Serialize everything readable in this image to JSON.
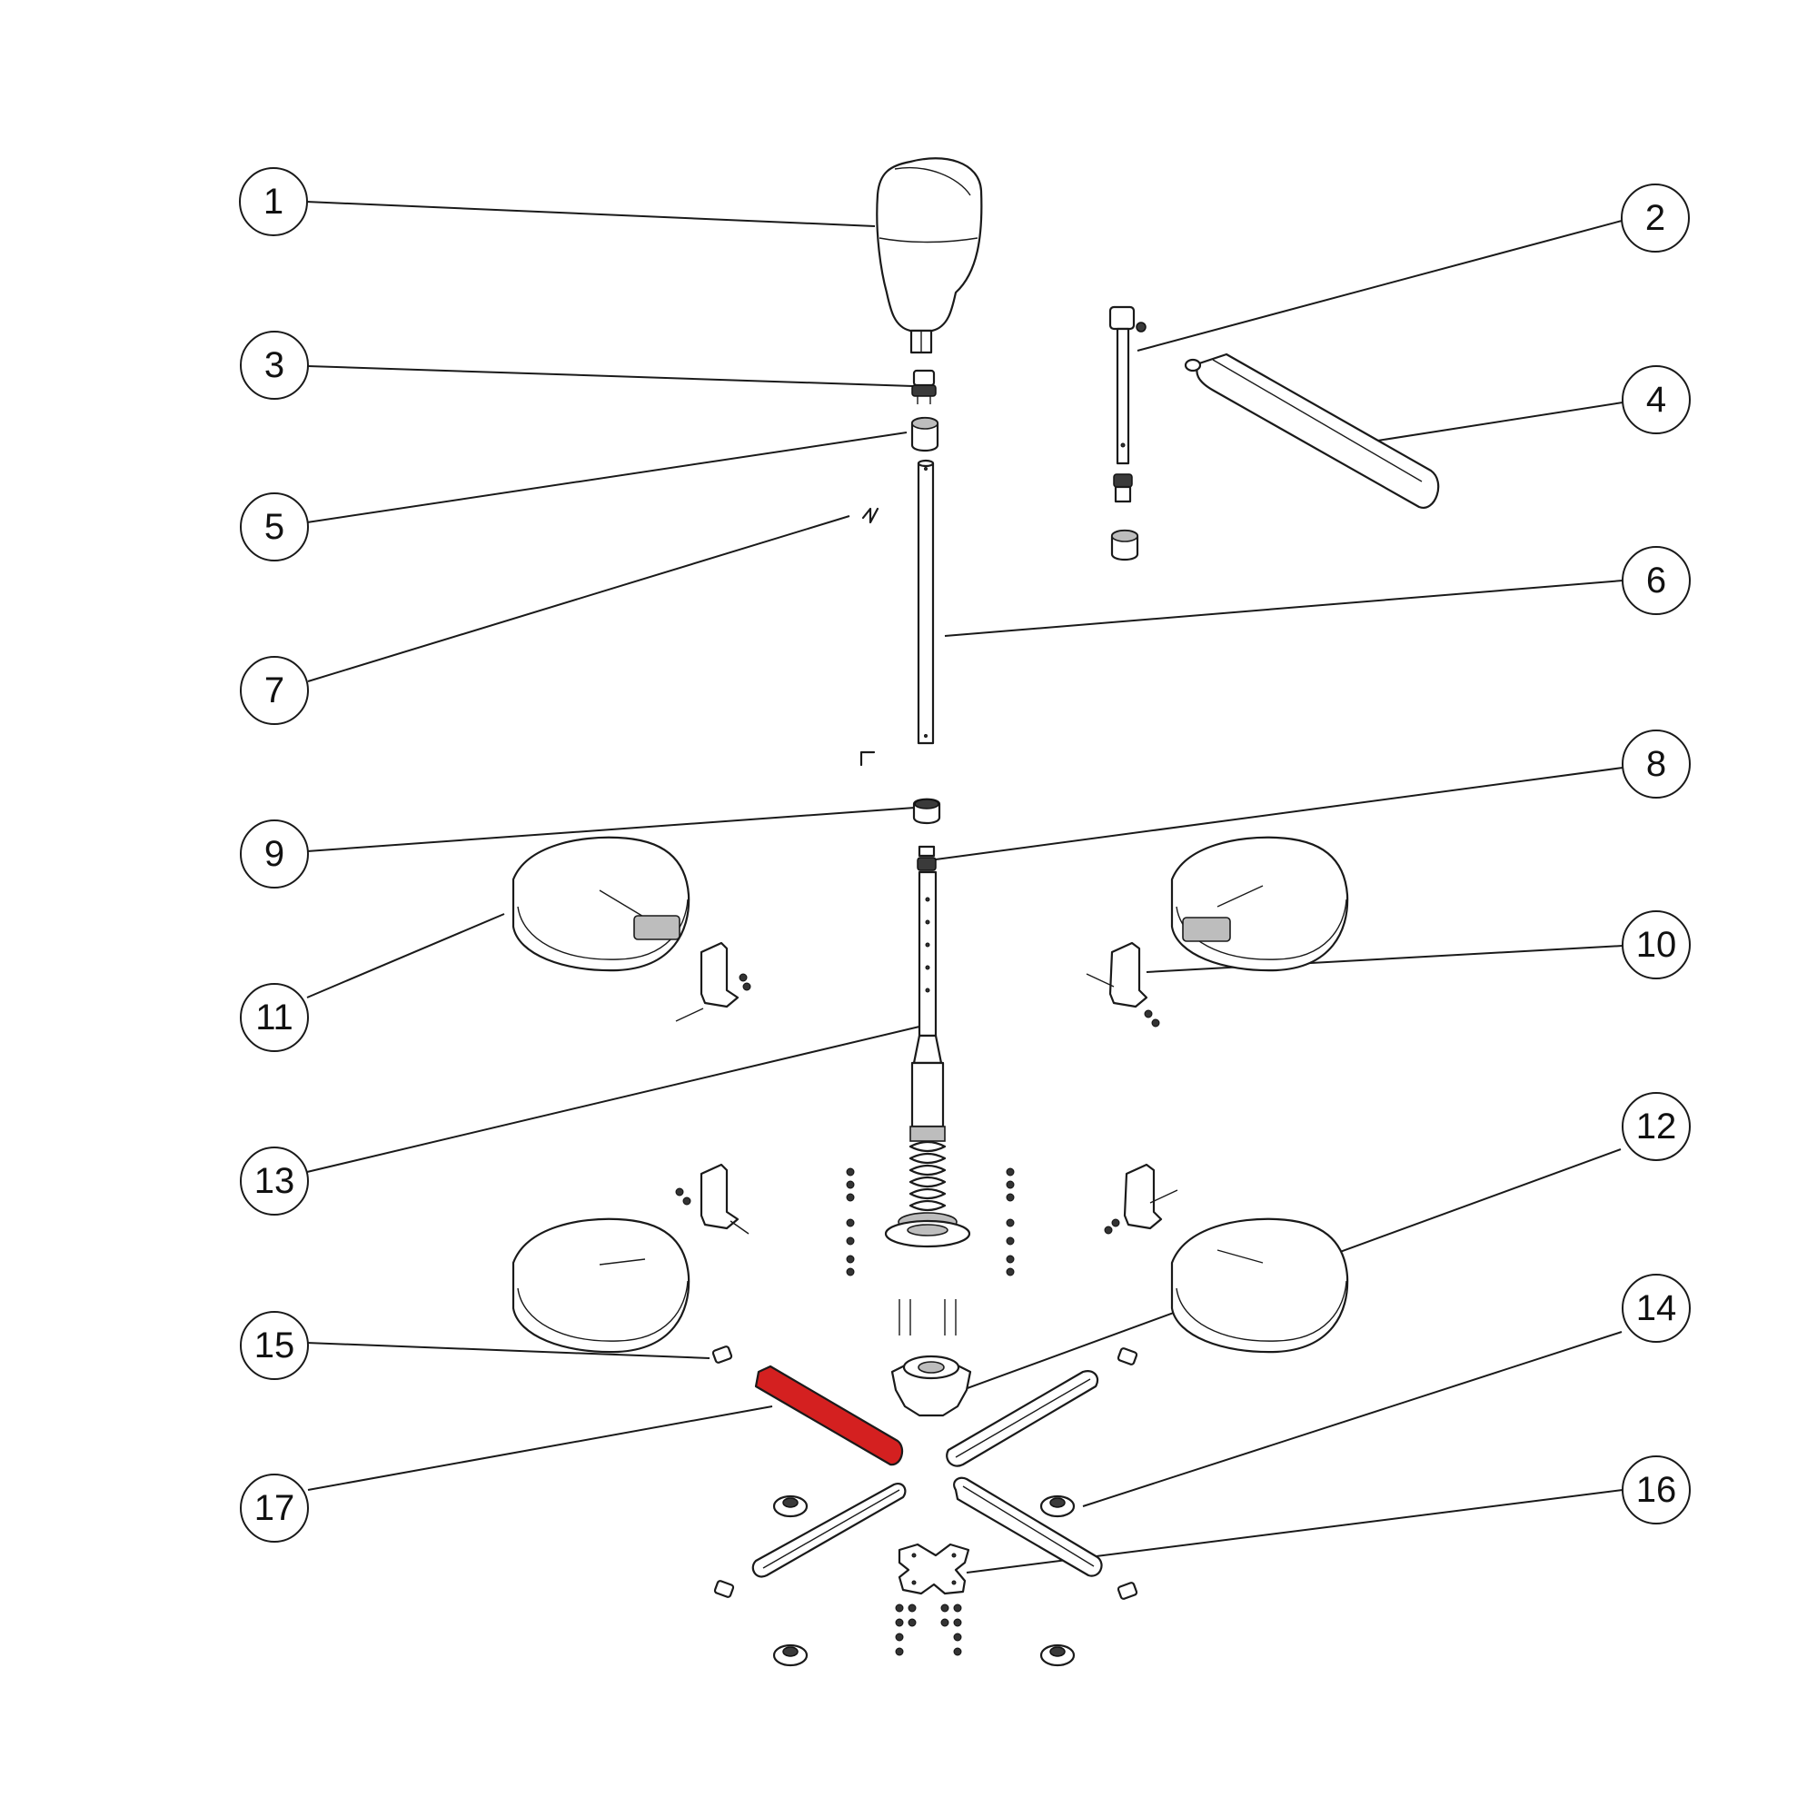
{
  "callouts": [
    {
      "id": "1",
      "label": "1"
    },
    {
      "id": "2",
      "label": "2"
    },
    {
      "id": "3",
      "label": "3"
    },
    {
      "id": "4",
      "label": "4"
    },
    {
      "id": "5",
      "label": "5"
    },
    {
      "id": "6",
      "label": "6"
    },
    {
      "id": "7",
      "label": "7"
    },
    {
      "id": "8",
      "label": "8"
    },
    {
      "id": "9",
      "label": "9"
    },
    {
      "id": "10",
      "label": "10"
    },
    {
      "id": "11",
      "label": "11"
    },
    {
      "id": "12",
      "label": "12"
    },
    {
      "id": "13",
      "label": "13"
    },
    {
      "id": "14",
      "label": "14"
    },
    {
      "id": "15",
      "label": "15"
    },
    {
      "id": "16",
      "label": "16"
    },
    {
      "id": "17",
      "label": "17"
    }
  ],
  "highlighted_part": "17",
  "colors": {
    "highlight": "#d42020",
    "line": "#1a1a1a",
    "background": "#ffffff"
  }
}
